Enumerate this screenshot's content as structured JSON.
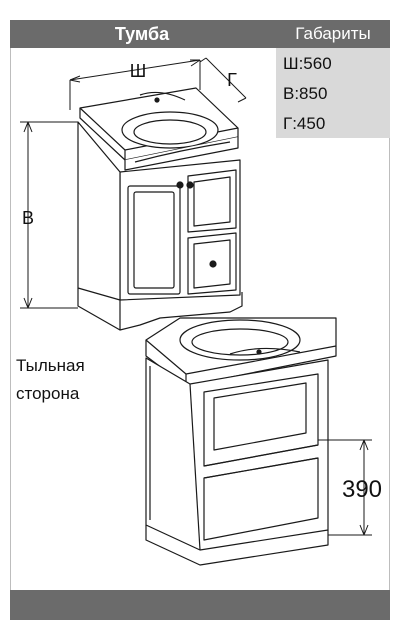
{
  "header": {
    "title": "Тумба",
    "specs_title": "Габариты"
  },
  "specs": [
    "Ш:560",
    "В:850",
    "Г:450"
  ],
  "dimension_labels": {
    "width": "Ш",
    "depth": "Г",
    "height": "В",
    "opening_height": "390"
  },
  "back_label": {
    "line1": "Тыльная",
    "line2": "сторона"
  }
}
